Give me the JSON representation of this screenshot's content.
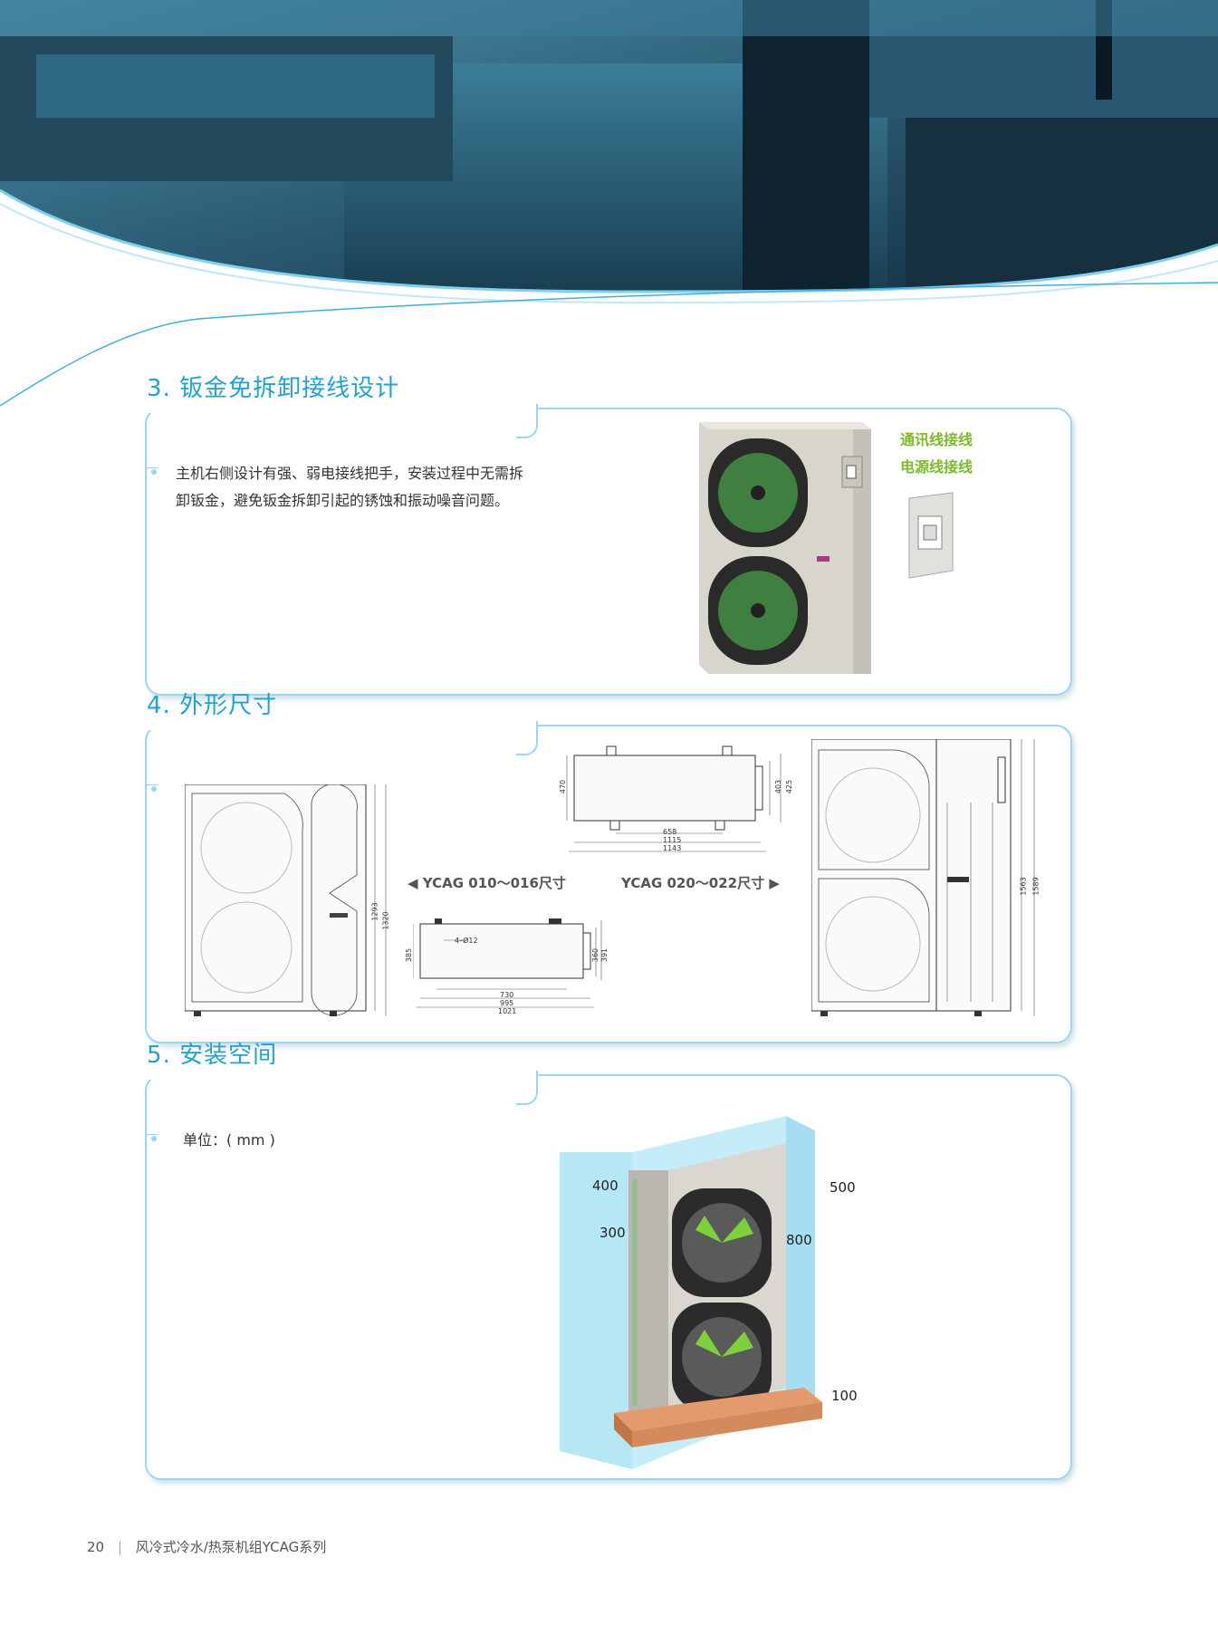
{
  "section3": {
    "title": "3. 钣金免拆卸接线设计",
    "body_line1": "主机右侧设计有强、弱电接线把手，安装过程中无需拆",
    "body_line2": "卸钣金，避免钣金拆卸引起的锈蚀和振动噪音问题。",
    "label_comm": "通讯线接线",
    "label_power": "电源线接线"
  },
  "section4": {
    "title": "4. 外形尺寸",
    "model_small": "YCAG 010～016尺寸",
    "model_large": "YCAG 020～022尺寸",
    "small_front": {
      "h1": "1293",
      "h2": "1320"
    },
    "small_top": {
      "d1": "385",
      "d2": "360",
      "d3": "391",
      "w1": "730",
      "w2": "995",
      "w3": "1021",
      "hole": "4–Ø12"
    },
    "large_top": {
      "d1": "470",
      "d2": "403",
      "d3": "425",
      "w1": "658",
      "w2": "1115",
      "w3": "1143"
    },
    "large_front": {
      "h1": "1563",
      "h2": "1589"
    }
  },
  "section5": {
    "title": "5. 安装空间",
    "unit": "单位：( mm )",
    "clearances": {
      "left": "400",
      "back": "300",
      "right": "500",
      "front": "800",
      "bottom": "100"
    }
  },
  "footer": {
    "page_number": "20",
    "series": "风冷式冷水/热泵机组YCAG系列"
  },
  "colors": {
    "accent": "#1ea3d4",
    "border": "#9fd6ee",
    "green": "#7dba2a"
  }
}
